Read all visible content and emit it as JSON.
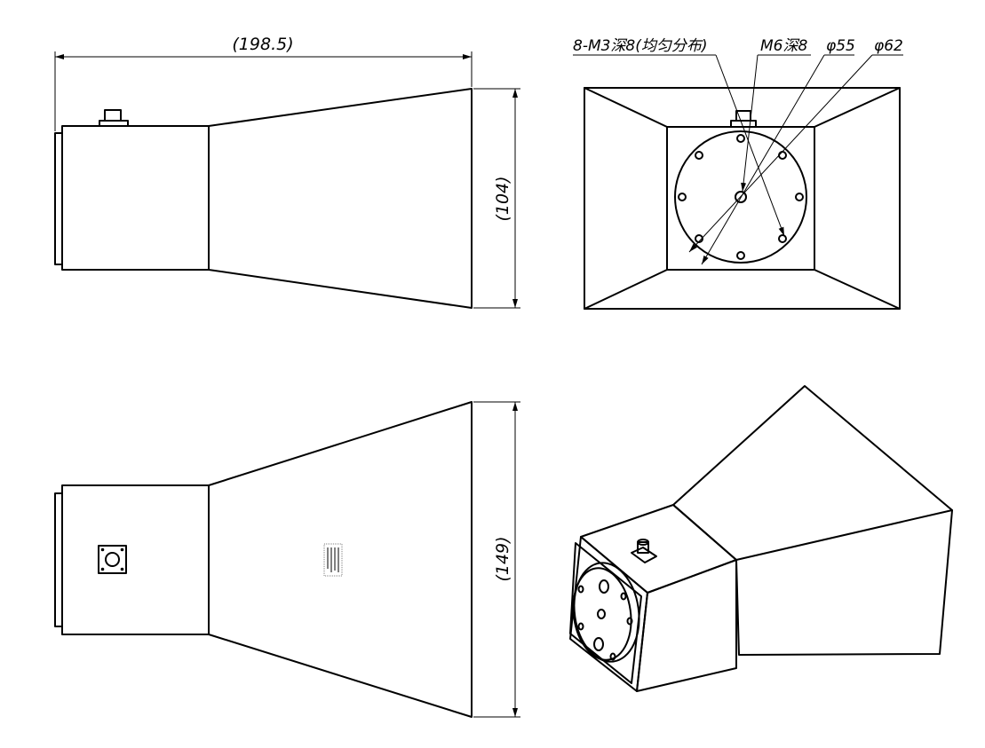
{
  "dimensions": {
    "overall_length": "(198.5)",
    "height_front": "(104)",
    "height_side": "(149)"
  },
  "callouts": {
    "thread_holes": "8-M3深8(均匀分布)",
    "center_thread": "M6深8",
    "dia_55": "φ55",
    "dia_62": "φ62"
  }
}
